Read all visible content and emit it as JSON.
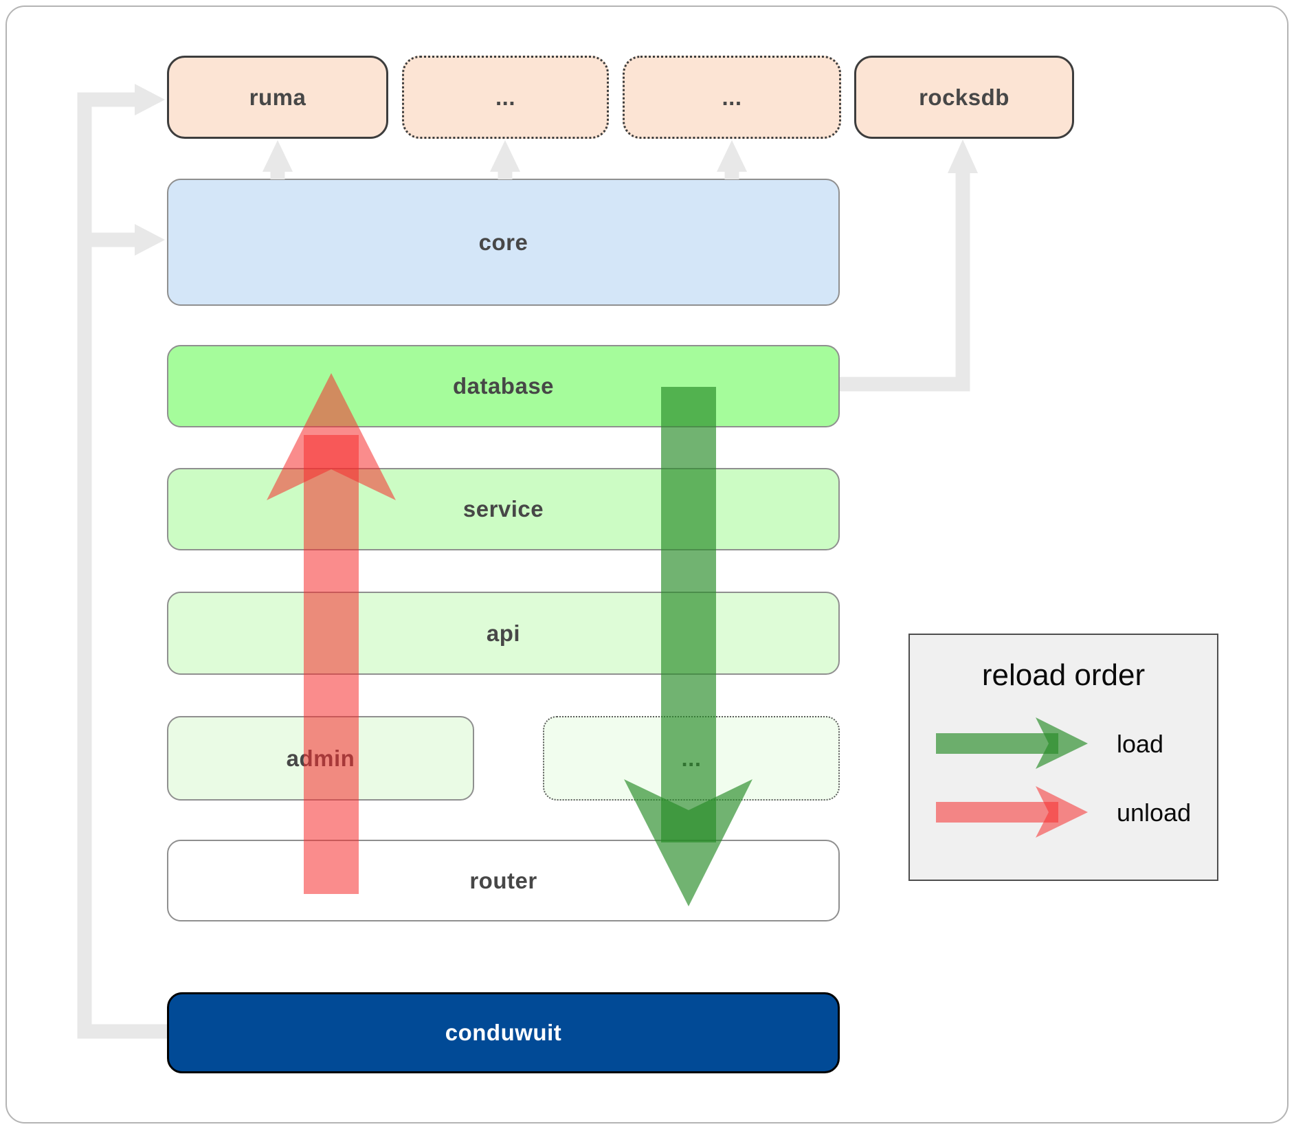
{
  "nodes": {
    "ruma": {
      "label": "ruma"
    },
    "ellipsis_top_1": {
      "label": "..."
    },
    "ellipsis_top_2": {
      "label": "..."
    },
    "rocksdb": {
      "label": "rocksdb"
    },
    "core": {
      "label": "core"
    },
    "database": {
      "label": "database"
    },
    "service": {
      "label": "service"
    },
    "api": {
      "label": "api"
    },
    "admin": {
      "label": "admin"
    },
    "ellipsis_admin": {
      "label": "..."
    },
    "router": {
      "label": "router"
    },
    "conduwuit": {
      "label": "conduwuit"
    }
  },
  "legend": {
    "title": "reload order",
    "items": [
      {
        "label": "load",
        "color": "#2c8c2c"
      },
      {
        "label": "unload",
        "color": "#f52d2d"
      }
    ]
  },
  "arrows": {
    "load": {
      "meaning": "load",
      "from": "database",
      "to": "router",
      "color": "rgba(40,140,40,0.66)"
    },
    "unload": {
      "meaning": "unload",
      "from": "router",
      "to": "database",
      "color": "rgba(245,45,45,0.55)"
    },
    "dependency_color": "#e8e8e8",
    "dependencies": [
      "conduwuit -> ruma",
      "conduwuit -> core",
      "core -> ruma",
      "core -> ellipsis_top_1",
      "core -> ellipsis_top_2",
      "database -> rocksdb"
    ]
  },
  "colors": {
    "peach_fill": "#fce4d4",
    "core_fill": "#d4e6f8",
    "database_fill": "#a5fc9b",
    "service_fill": "#ccfcc4",
    "api_fill": "#defcd7",
    "admin_fill": "#eafbe5",
    "admin_ellipsis_fill": "#f1fdee",
    "router_fill": "#ffffff",
    "conduwuit_fill": "#014a96",
    "legend_bg": "#f0f0f0"
  }
}
